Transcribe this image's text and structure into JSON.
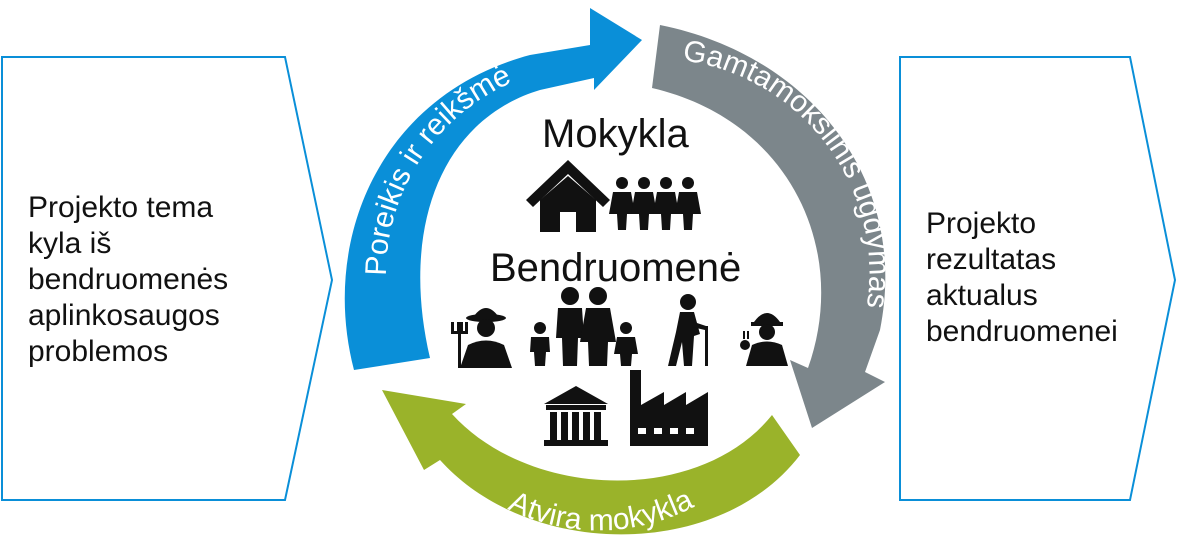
{
  "left_box": {
    "lines": [
      "Projekto tema",
      "kyla iš",
      "bendruomenės",
      "aplinkosaugos",
      "problemos"
    ],
    "stroke": "#0a8fd8"
  },
  "right_box": {
    "lines": [
      "Projekto",
      "rezultatas",
      "aktualus",
      "bendruomenei"
    ],
    "stroke": "#0a8fd8"
  },
  "cycle": {
    "arrows": [
      {
        "label": "Poreikis ir reikšmė",
        "color": "#0a8fd8"
      },
      {
        "label": "Gamtamokslinis ugdymas",
        "color": "#7c868b"
      },
      {
        "label": "Atvira mokykla",
        "color": "#9ab32a"
      }
    ]
  },
  "center": {
    "school_title": "Mokykla",
    "community_title": "Bendruomenė",
    "icons": [
      "house-icon",
      "children-group-icon",
      "farmer-icon",
      "family-icon",
      "elderly-person-icon",
      "engineer-icon",
      "institution-icon",
      "factory-icon"
    ]
  }
}
